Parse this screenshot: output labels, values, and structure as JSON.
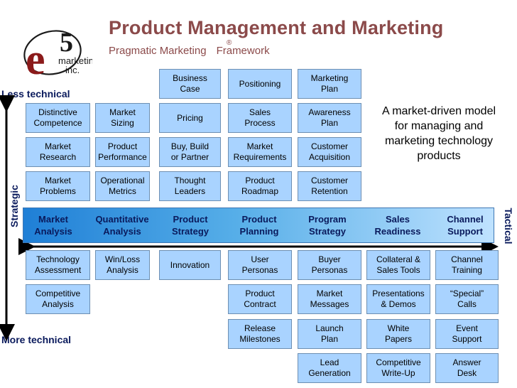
{
  "header": {
    "title": "Product Management and Marketing",
    "subtitle": "Pragmatic Marketing",
    "subtitle_suffix": "Framework",
    "registered_mark": "®"
  },
  "logo": {
    "mark": "e5",
    "line1": "marketing",
    "line2": "inc.",
    "colors": {
      "e": "#8b1a1a",
      "ring": "#1a1a1a"
    }
  },
  "axis": {
    "top_label": "Less technical",
    "bottom_label": "More technical",
    "left_label": "Strategic",
    "right_label": "Tactical"
  },
  "tagline": "A market-driven model for managing and marketing technology products",
  "colors": {
    "box_fill": "#a9d3ff",
    "title": "#8b4a4a",
    "band_text": "#0a1a5c",
    "band_gradient_start": "#1f7fd6",
    "band_gradient_end": "#bfe2ff"
  },
  "categories": [
    {
      "label": "Market\nAnalysis"
    },
    {
      "label": "Quantitative\nAnalysis"
    },
    {
      "label": "Product\nStrategy"
    },
    {
      "label": "Product\nPlanning"
    },
    {
      "label": "Program\nStrategy"
    },
    {
      "label": "Sales\nReadiness"
    },
    {
      "label": "Channel\nSupport"
    }
  ],
  "upper_boxes": {
    "row0": [
      {
        "col": 2,
        "text": "Business\nCase"
      },
      {
        "col": 3,
        "text": "Positioning"
      },
      {
        "col": 4,
        "text": "Marketing\nPlan"
      }
    ],
    "row1": [
      {
        "col": 0,
        "text": "Distinctive\nCompetence"
      },
      {
        "col": 1,
        "text": "Market\nSizing"
      },
      {
        "col": 2,
        "text": "Pricing"
      },
      {
        "col": 3,
        "text": "Sales\nProcess"
      },
      {
        "col": 4,
        "text": "Awareness\nPlan"
      }
    ],
    "row2": [
      {
        "col": 0,
        "text": "Market\nResearch"
      },
      {
        "col": 1,
        "text": "Product\nPerformance"
      },
      {
        "col": 2,
        "text": "Buy, Build\nor Partner"
      },
      {
        "col": 3,
        "text": "Market\nRequirements"
      },
      {
        "col": 4,
        "text": "Customer\nAcquisition"
      }
    ],
    "row3": [
      {
        "col": 0,
        "text": "Market\nProblems"
      },
      {
        "col": 1,
        "text": "Operational\nMetrics"
      },
      {
        "col": 2,
        "text": "Thought\nLeaders"
      },
      {
        "col": 3,
        "text": "Product\nRoadmap"
      },
      {
        "col": 4,
        "text": "Customer\nRetention"
      }
    ]
  },
  "lower_boxes": {
    "row0": [
      {
        "col": 0,
        "text": "Technology\nAssessment"
      },
      {
        "col": 1,
        "text": "Win/Loss\nAnalysis"
      },
      {
        "col": 2,
        "text": "Innovation"
      },
      {
        "col": 3,
        "text": "User\nPersonas"
      },
      {
        "col": 4,
        "text": "Buyer\nPersonas"
      },
      {
        "col": 5,
        "text": "Collateral &\nSales Tools"
      },
      {
        "col": 6,
        "text": "Channel\nTraining"
      }
    ],
    "row1": [
      {
        "col": 0,
        "text": "Competitive\nAnalysis"
      },
      {
        "col": 3,
        "text": "Product\nContract"
      },
      {
        "col": 4,
        "text": "Market\nMessages"
      },
      {
        "col": 5,
        "text": "Presentations\n& Demos"
      },
      {
        "col": 6,
        "text": "“Special”\nCalls"
      }
    ],
    "row2": [
      {
        "col": 3,
        "text": "Release\nMilestones"
      },
      {
        "col": 4,
        "text": "Launch\nPlan"
      },
      {
        "col": 5,
        "text": "White\nPapers"
      },
      {
        "col": 6,
        "text": "Event\nSupport"
      }
    ],
    "row3": [
      {
        "col": 4,
        "text": "Lead\nGeneration"
      },
      {
        "col": 5,
        "text": "Competitive\nWrite-Up"
      },
      {
        "col": 6,
        "text": "Answer\nDesk"
      }
    ]
  }
}
